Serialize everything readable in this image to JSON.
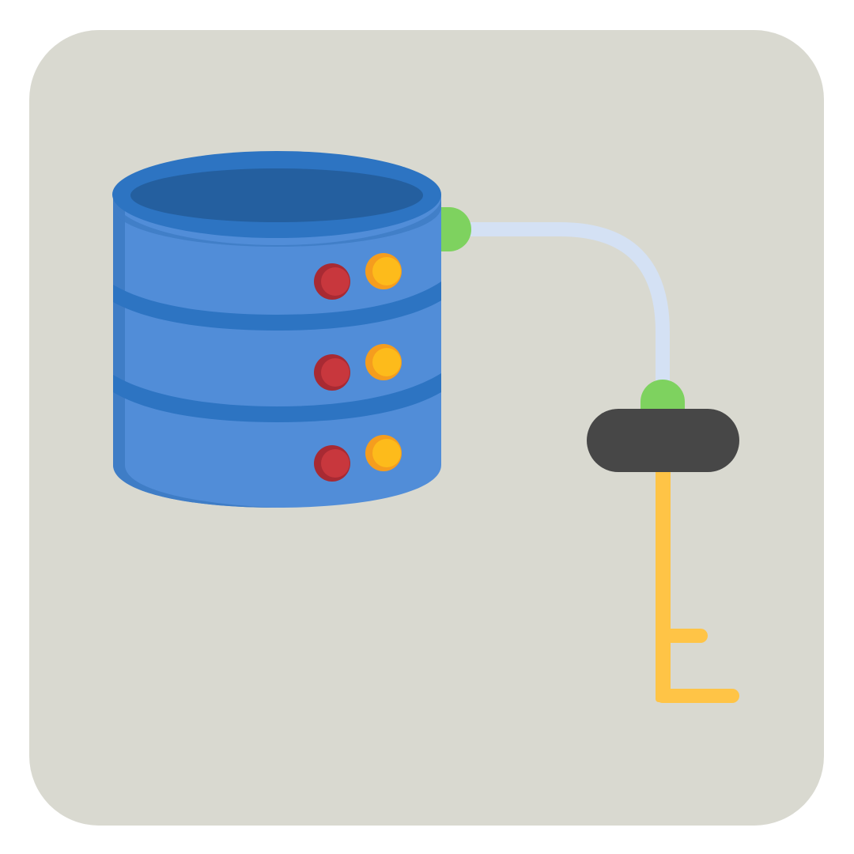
{
  "icon": {
    "name": "database-key-icon",
    "colors": {
      "page_background": "#ffffff",
      "tile_background": "#d9d9d0",
      "database_body": "#518dd8",
      "database_rim": "#2d74c2",
      "database_top": "#245f9f",
      "database_shade": "#3f7dc6",
      "status_light_red": "#c8373d",
      "status_light_red_shade": "#a82a33",
      "status_light_yellow": "#fdbb1b",
      "status_light_yellow_shade": "#f59d1e",
      "connector_green": "#7ed25f",
      "cable": "#d4e1f4",
      "key_head": "#474747",
      "key_shaft": "#ffc446"
    },
    "status_lights": [
      {
        "row": 1,
        "colors": [
          "red",
          "yellow"
        ]
      },
      {
        "row": 2,
        "colors": [
          "red",
          "yellow"
        ]
      },
      {
        "row": 3,
        "colors": [
          "red",
          "yellow"
        ]
      }
    ]
  }
}
